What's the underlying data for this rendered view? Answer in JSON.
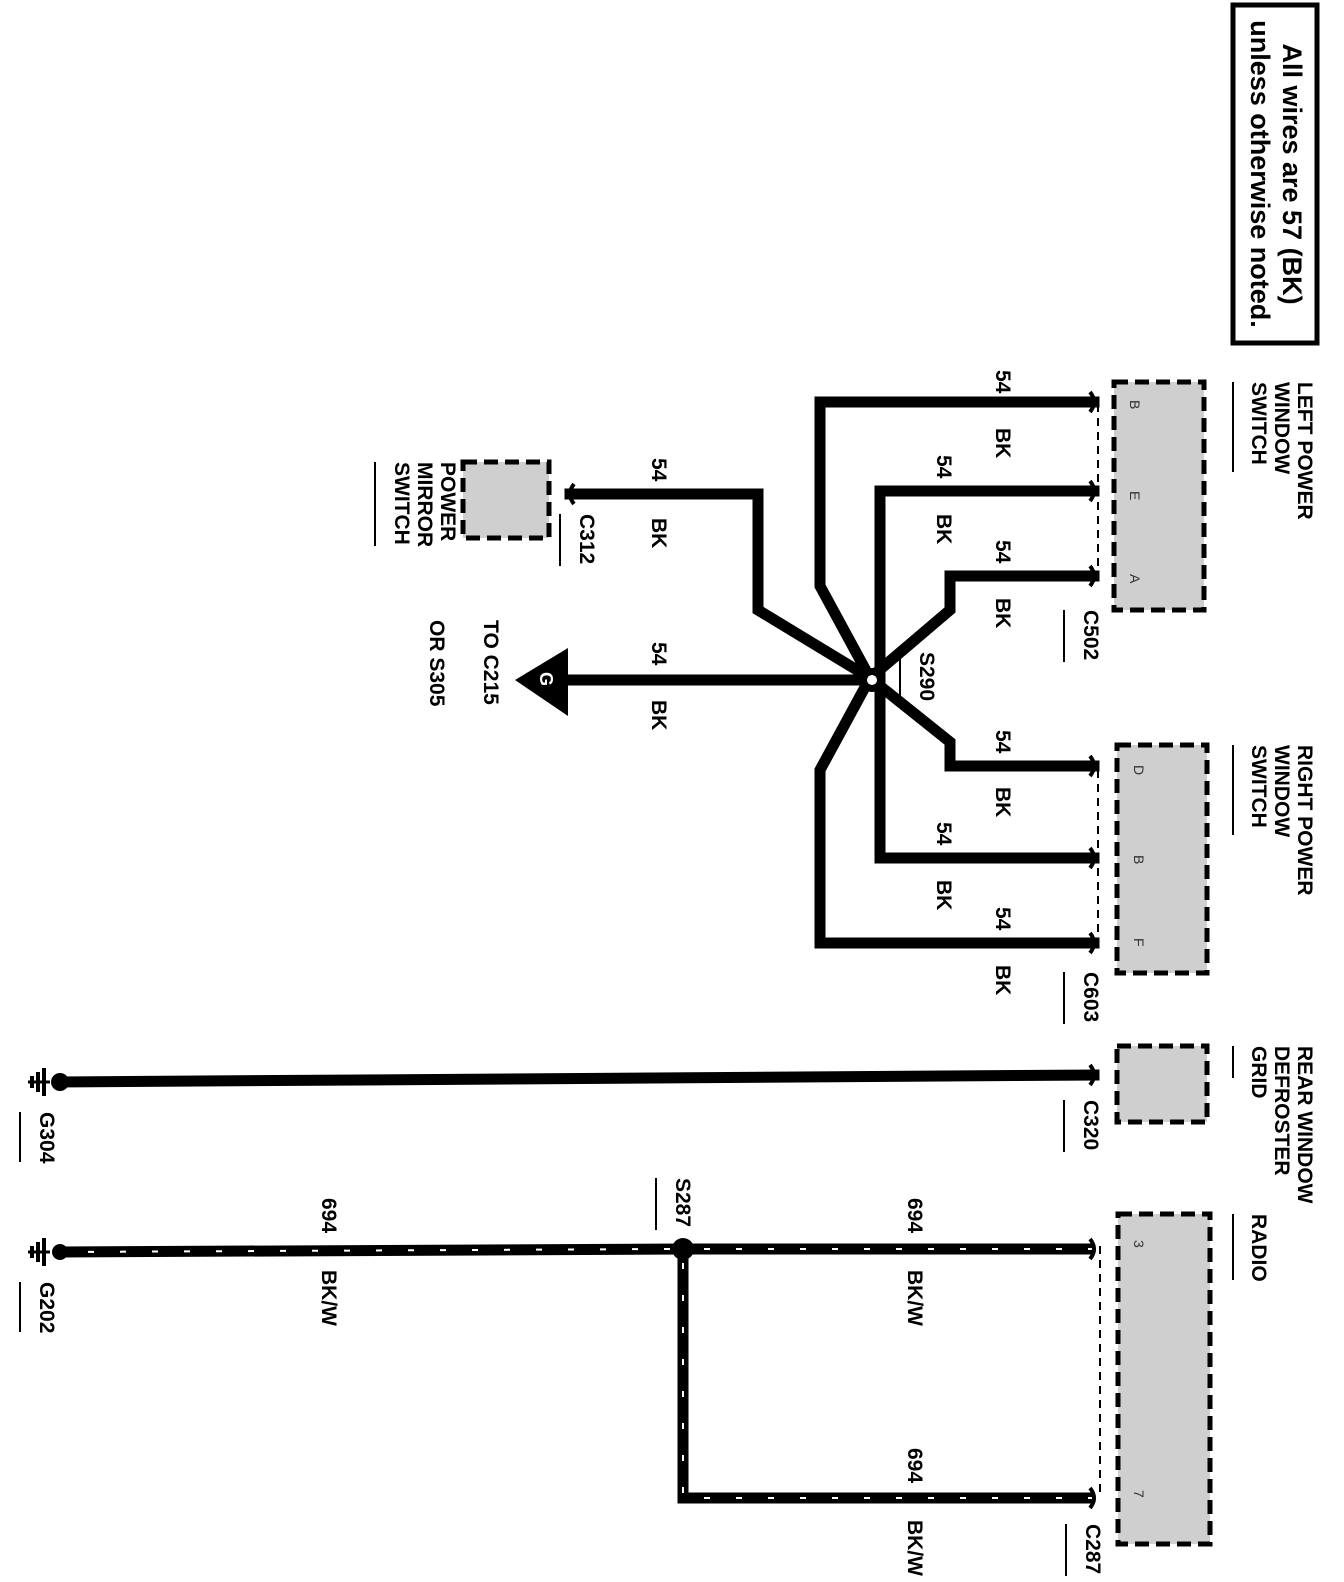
{
  "note": {
    "line1": "All wires are 57 (BK)",
    "line2": "unless otherwise noted."
  },
  "components": {
    "left_window": {
      "line1": "LEFT POWER",
      "line2": "WINDOW",
      "line3": "SWITCH",
      "connector": "C502",
      "pins": [
        "B",
        "E",
        "A"
      ]
    },
    "right_window": {
      "line1": "RIGHT POWER",
      "line2": "WINDOW",
      "line3": "SWITCH",
      "connector": "C603",
      "pins": [
        "D",
        "B",
        "F"
      ]
    },
    "defroster": {
      "line1": "REAR WINDOW",
      "line2": "DEFROSTER",
      "line3": "GRID",
      "connector": "C320"
    },
    "radio": {
      "line1": "RADIO",
      "connector": "C287",
      "pins": [
        "3",
        "7"
      ]
    },
    "mirror": {
      "line1": "POWER",
      "line2": "MIRROR",
      "line3": "SWITCH",
      "connector": "C312"
    }
  },
  "splices": {
    "s290": "S290",
    "s287": "S287"
  },
  "grounds": {
    "g304": "G304",
    "g202": "G202"
  },
  "offpage": {
    "letter": "G",
    "line1": "TO C215",
    "line2": "OR S305"
  },
  "wires": {
    "c54": "54",
    "bk": "BK",
    "c694": "694",
    "bkw": "BK/W"
  }
}
